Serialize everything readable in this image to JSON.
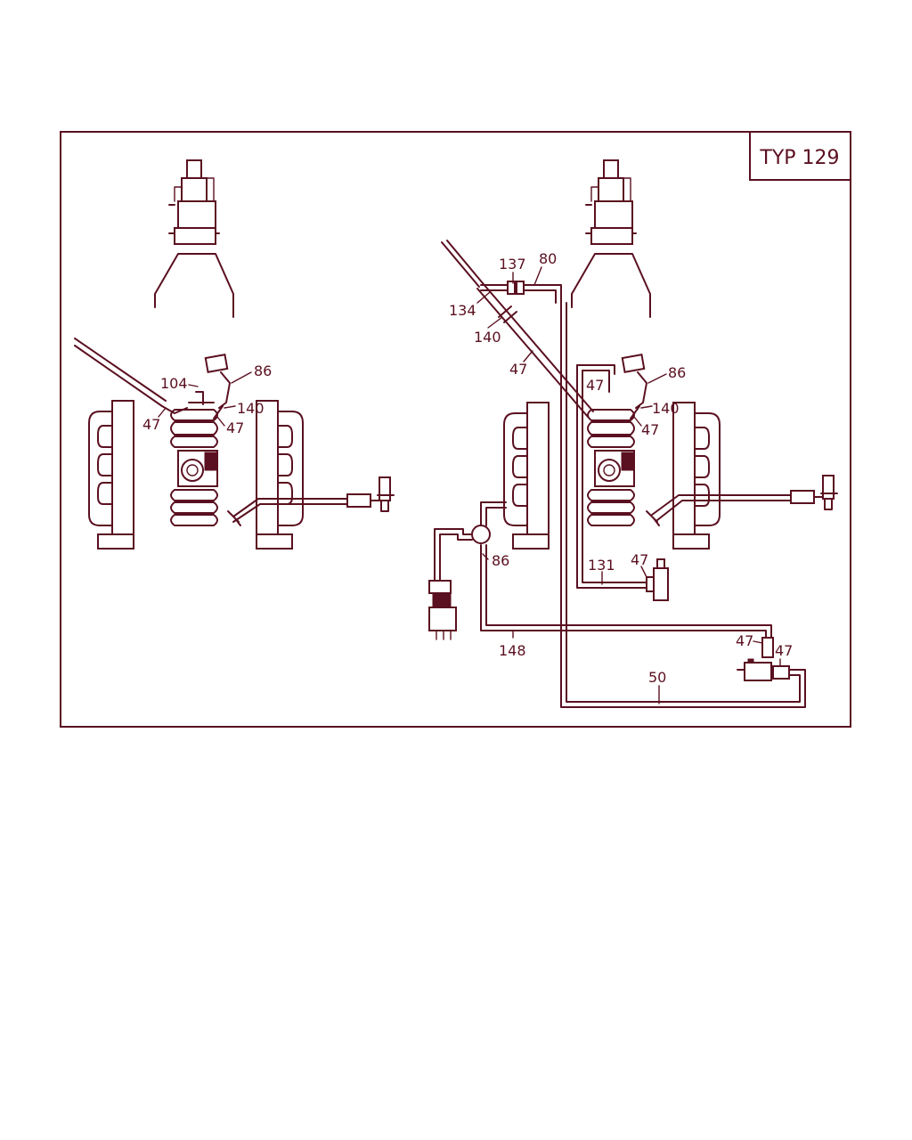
{
  "title_box": {
    "label": "TYP 129"
  },
  "colors": {
    "ink": "#5a1020",
    "background": "#ffffff"
  },
  "callouts": {
    "left": [
      "104",
      "86",
      "47",
      "140",
      "47"
    ],
    "right_top": [
      "137",
      "80",
      "134",
      "140",
      "47"
    ],
    "right_engine": [
      "47",
      "86",
      "140",
      "47"
    ],
    "right_lower": [
      "86",
      "131",
      "47",
      "148",
      "47",
      "47",
      "50"
    ]
  }
}
